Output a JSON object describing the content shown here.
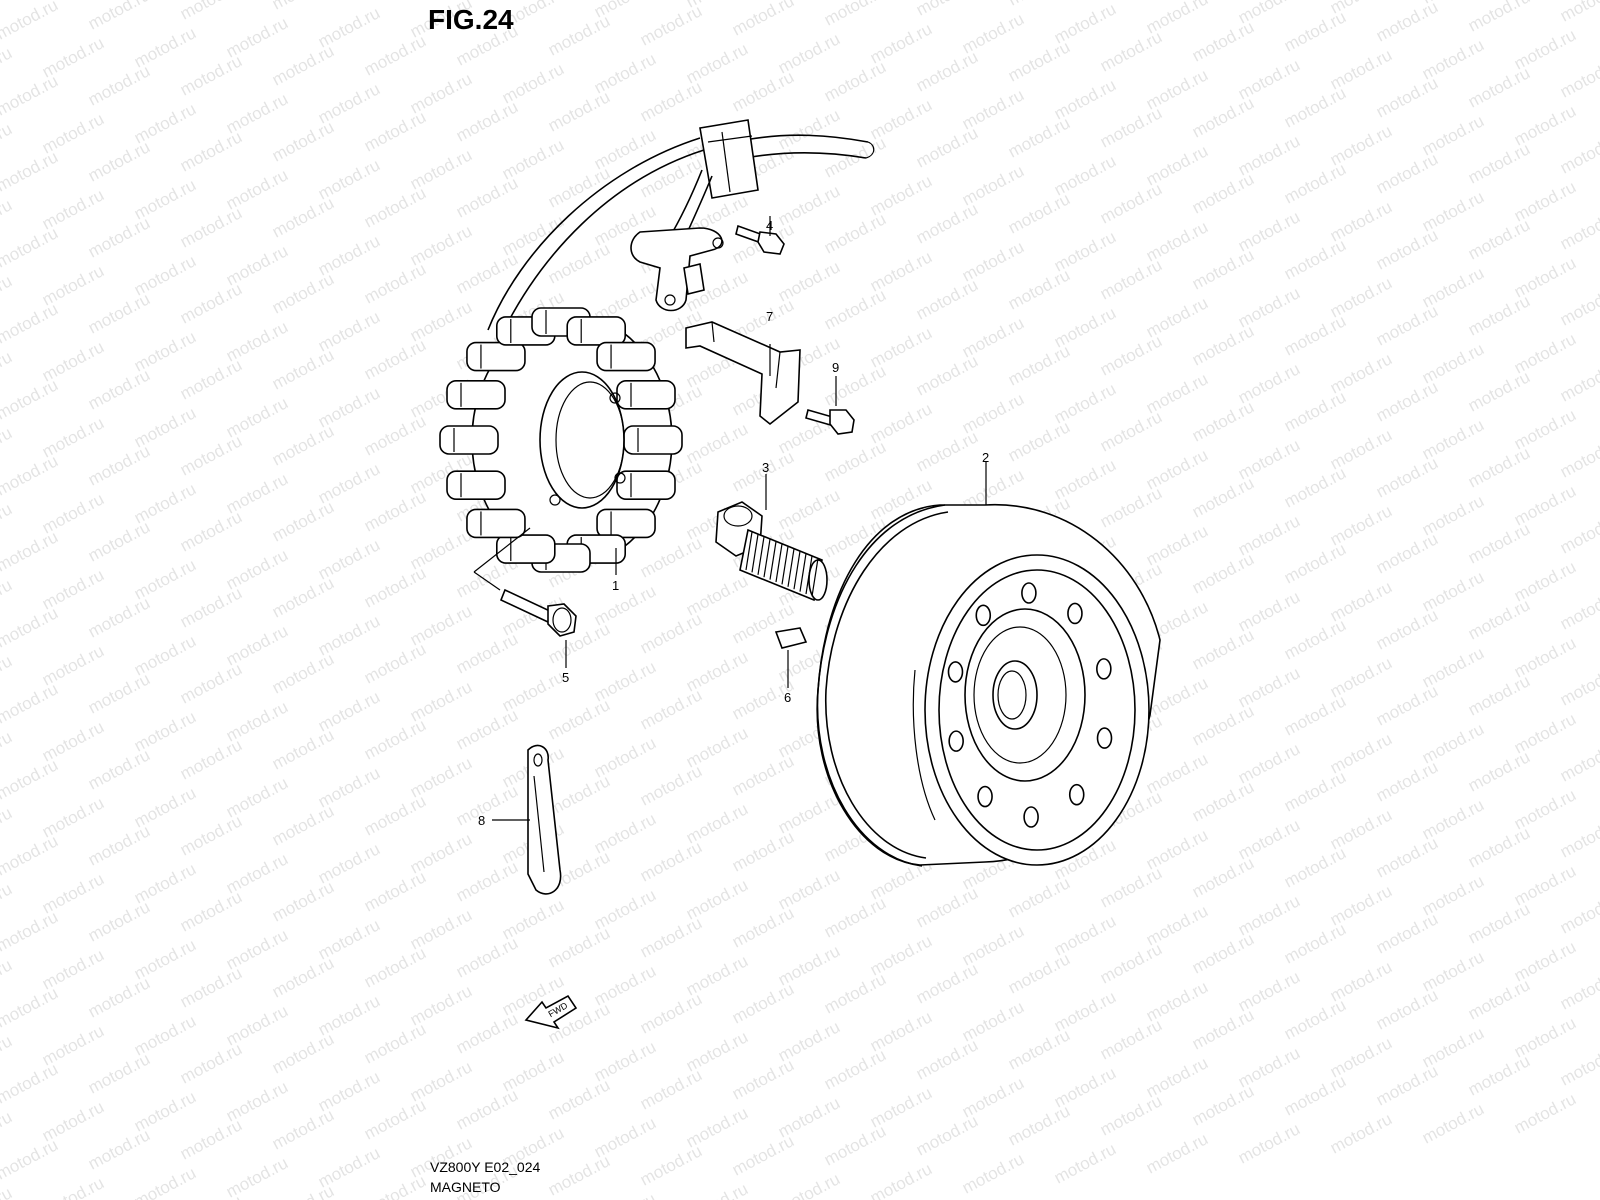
{
  "figure": {
    "title": "FIG.24",
    "code": "VZ800Y E02_024",
    "name": "MAGNETO"
  },
  "callouts": [
    "1",
    "2",
    "3",
    "4",
    "5",
    "6",
    "7",
    "8",
    "9"
  ],
  "fwd_label": "FWD",
  "watermark": "motod.ru",
  "colors": {
    "line": "#000000",
    "background": "#ffffff"
  }
}
